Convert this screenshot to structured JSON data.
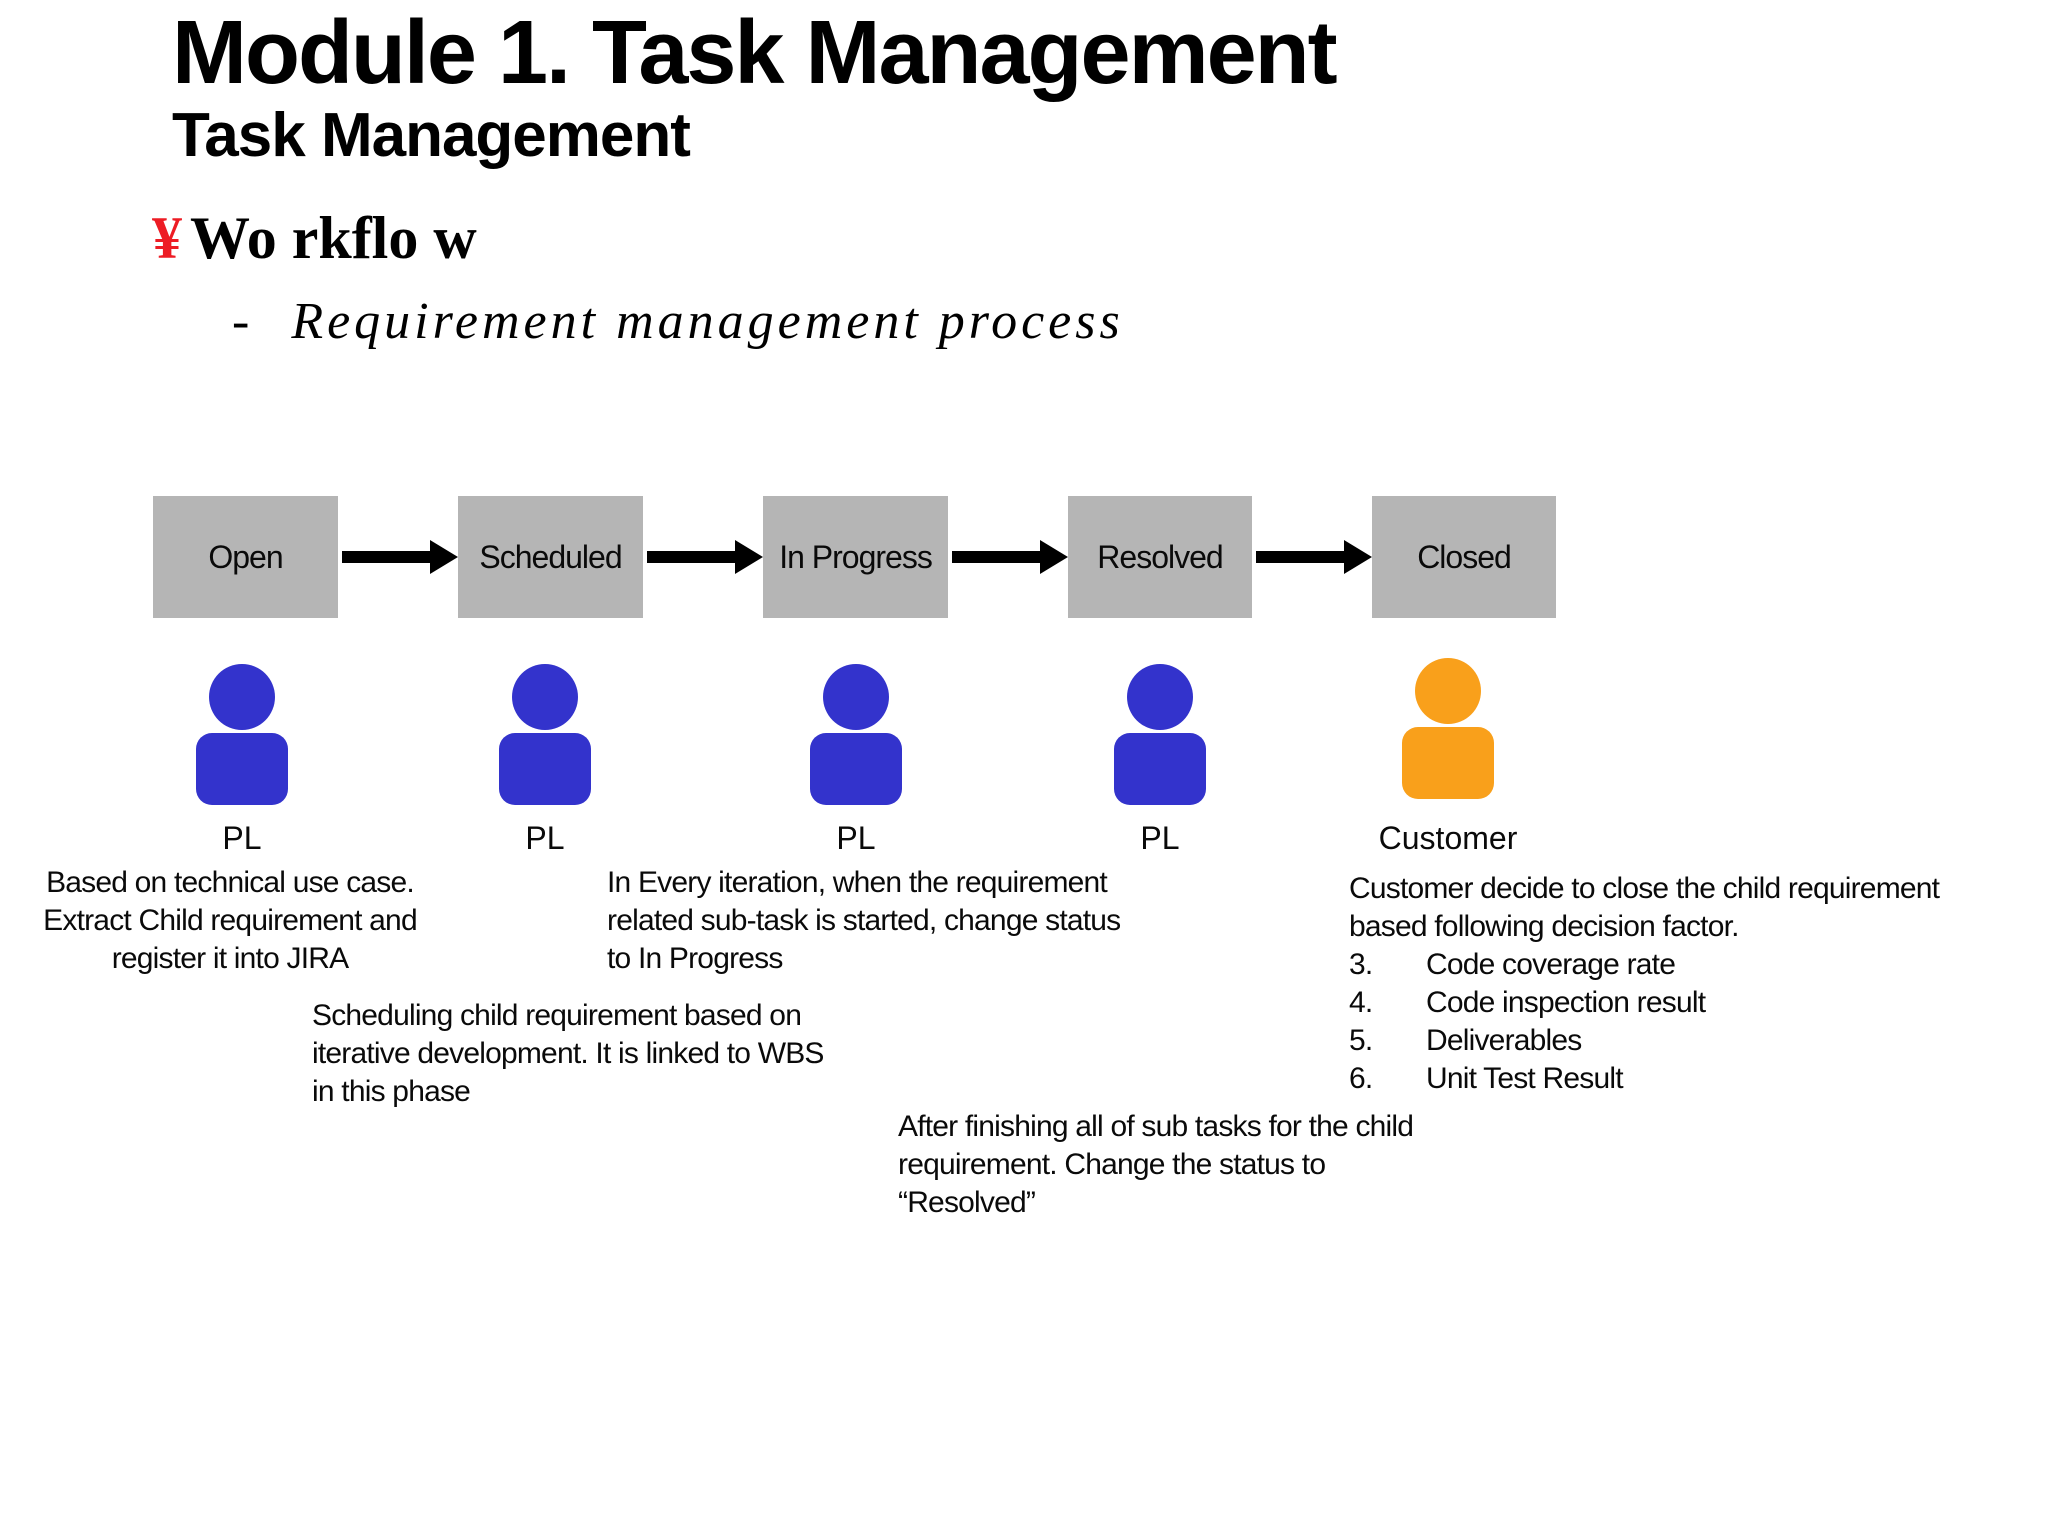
{
  "header": {
    "title": "Module 1. Task Management",
    "subtitle": "Task Management",
    "bullet_symbol": "¥",
    "section_heading": "Wo rkflo w",
    "sub_bullet_dash": "-",
    "sub_bullet_text": "Requirement management process"
  },
  "colors": {
    "stage_box_gray": "#b5b5b5",
    "actor_blue": "#3333cc",
    "actor_orange": "#f9a01b",
    "bullet_red": "#ed1c24",
    "arrow_black": "#000000"
  },
  "workflow": {
    "stages": [
      {
        "label": "Open",
        "actor": "PL"
      },
      {
        "label": "Scheduled",
        "actor": "PL"
      },
      {
        "label": "In Progress",
        "actor": "PL"
      },
      {
        "label": "Resolved",
        "actor": "PL"
      },
      {
        "label": "Closed",
        "actor": "Customer"
      }
    ]
  },
  "annotations": {
    "open": {
      "lines": [
        "Based on technical use case.",
        "Extract Child requirement and",
        "register it into JIRA"
      ]
    },
    "scheduled": {
      "lines": [
        "Scheduling child requirement based on",
        "iterative development. It is linked to WBS",
        "in this phase"
      ]
    },
    "in_progress": {
      "lines": [
        "In Every iteration, when the requirement",
        "related sub-task is started, change status",
        "to In Progress"
      ]
    },
    "resolved": {
      "lines": [
        "After finishing all of sub tasks for the child",
        "requirement. Change the status to",
        "“Resolved”"
      ]
    },
    "closed": {
      "lines": [
        "Customer decide to close the child requirement",
        "based following decision factor."
      ],
      "list": [
        {
          "num": "3.",
          "text": "Code coverage rate"
        },
        {
          "num": "4.",
          "text": "Code inspection result"
        },
        {
          "num": "5.",
          "text": "Deliverables"
        },
        {
          "num": "6.",
          "text": "Unit Test Result"
        }
      ]
    }
  }
}
